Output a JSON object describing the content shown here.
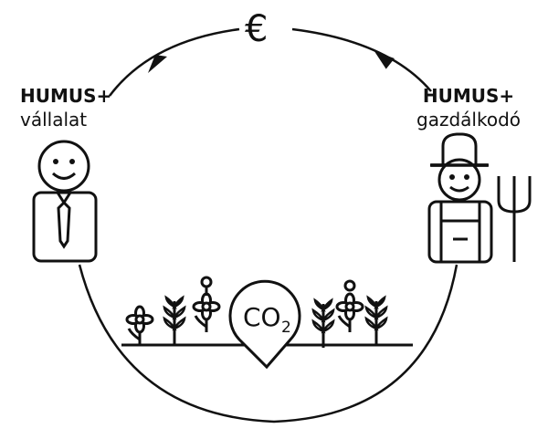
{
  "currency_symbol": "€",
  "left_party": {
    "line1": "HUMUS+",
    "line2": "vállalat"
  },
  "right_party": {
    "line1": "HUMUS+",
    "line2": "gazdálkodó"
  },
  "bubble": {
    "main": "CO",
    "sub": "2"
  },
  "icons": [
    "company-person-icon",
    "farmer-icon",
    "pitchfork-icon",
    "flower-icon",
    "sprout-icon",
    "arrow-icon"
  ]
}
